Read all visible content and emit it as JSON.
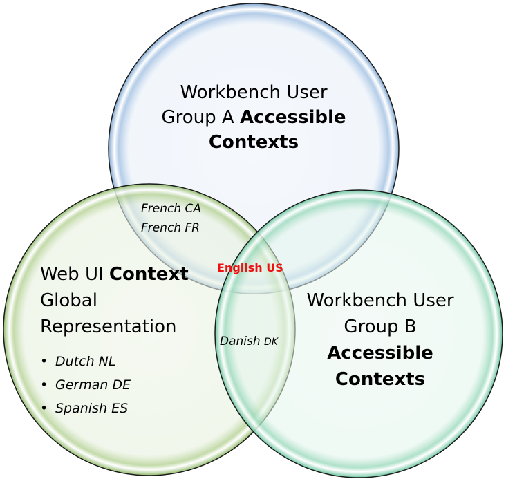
{
  "diagram": {
    "type": "venn",
    "colors": {
      "circle_a_fill": "#dce8f6",
      "circle_a_rim": "#6f9ccc",
      "circle_b_fill": "#dbf3e8",
      "circle_b_rim": "#5cbf96",
      "circle_c_fill": "#e5f0dc",
      "circle_c_rim": "#86b35c",
      "outline": "#1b1b1b",
      "highlight": "#ee1111"
    },
    "circles": {
      "a": {
        "title_line1": "Workbench User",
        "title_line2_regular": "Group A ",
        "title_line2_bold": "Accessible",
        "title_line3_bold": "Contexts"
      },
      "b": {
        "title_line1": "Workbench User",
        "title_line2": "Group B",
        "title_line3_bold": "Accessible",
        "title_line4_bold": "Contexts"
      },
      "c": {
        "title_line1_regular": "Web UI ",
        "title_line1_bold": "Context",
        "title_line2": "Global",
        "title_line3": "Representation",
        "bullet_glyph": "•",
        "items": [
          "Dutch NL",
          "German DE",
          "Spanish ES"
        ]
      }
    },
    "intersections": {
      "a_c": [
        "French CA",
        "French FR"
      ],
      "b_c": {
        "main": "Danish ",
        "suffix": "DK"
      },
      "a_b_c": "English US"
    }
  }
}
